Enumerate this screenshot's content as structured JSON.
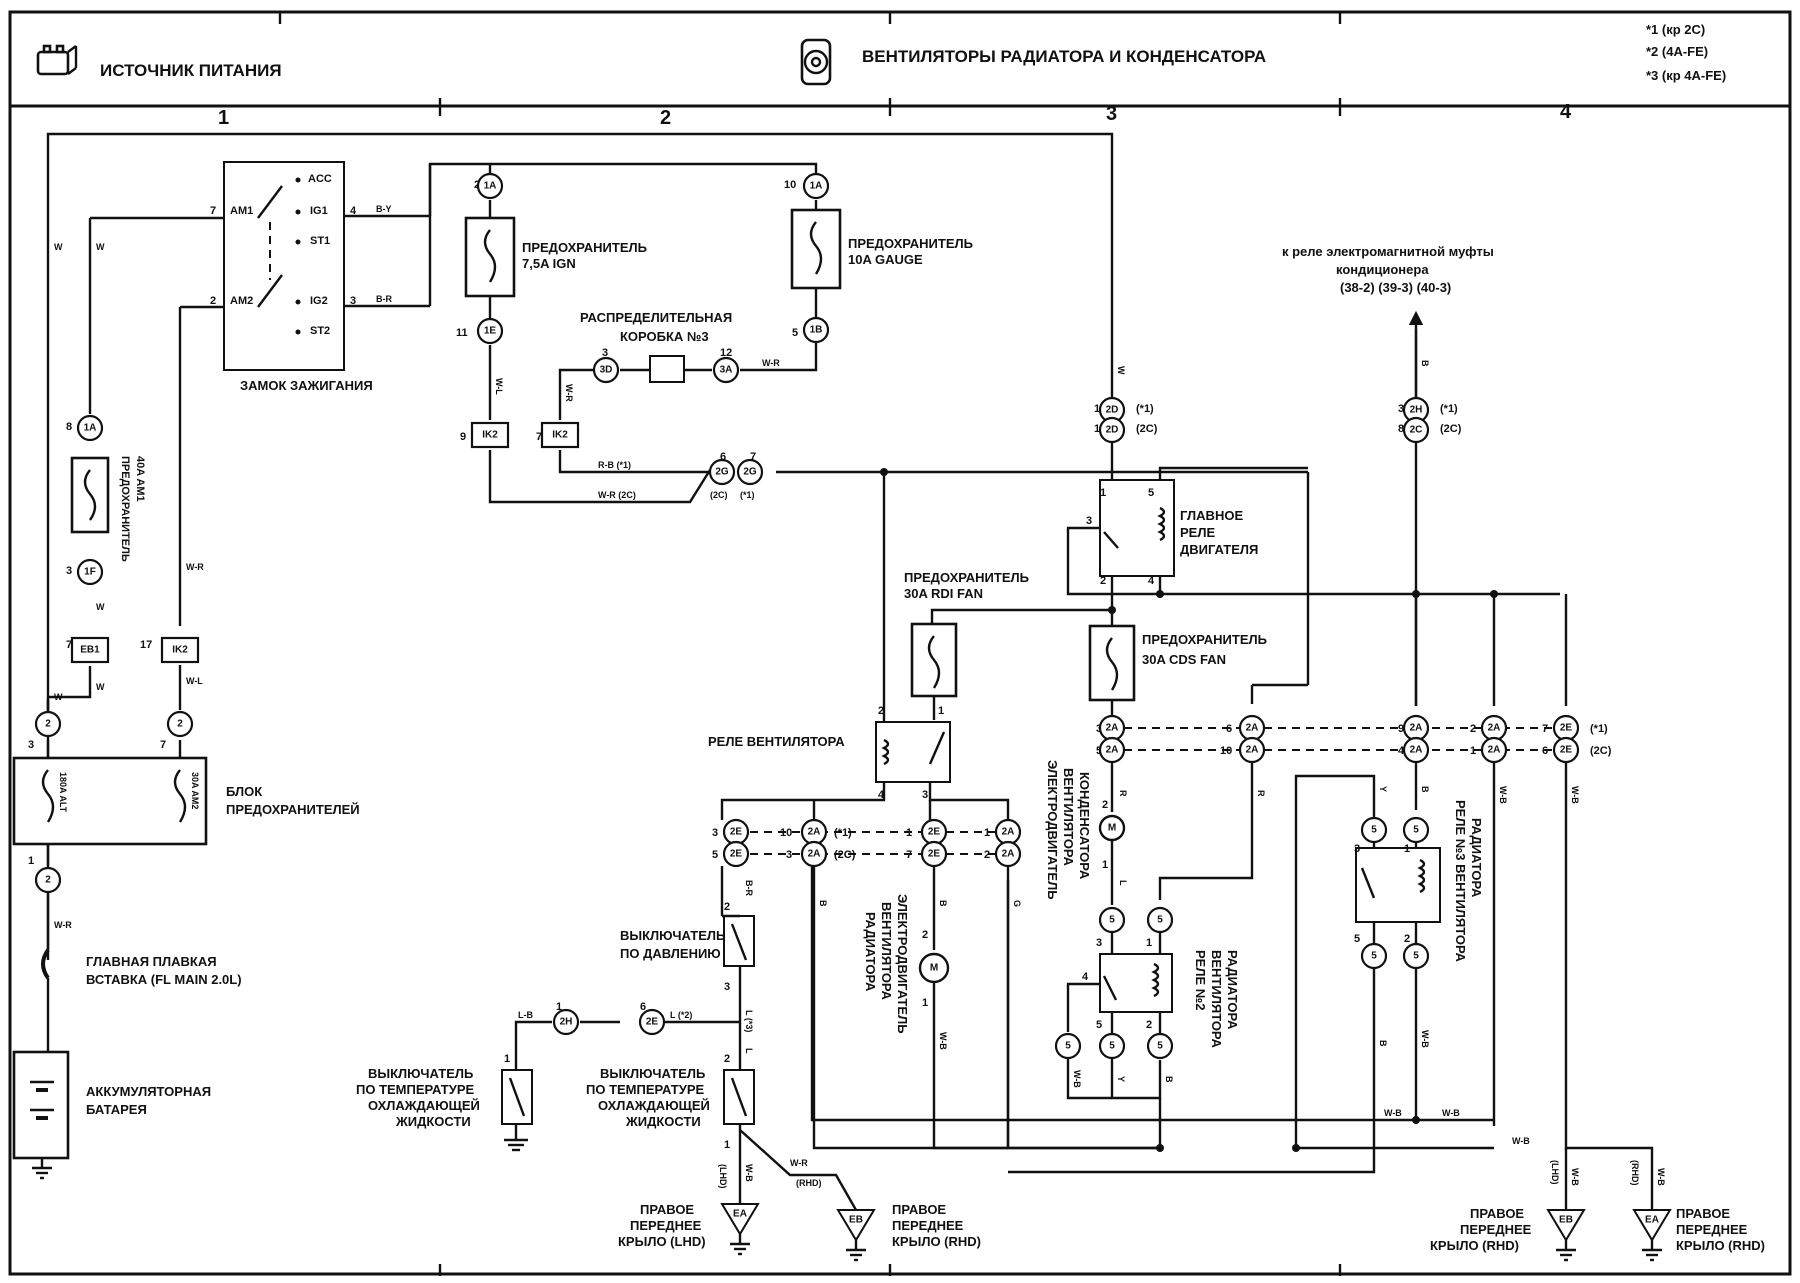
{
  "header": {
    "left_title": "ИСТОЧНИК ПИТАНИЯ",
    "main_title": "ВЕНТИЛЯТОРЫ РАДИАТОРА И КОНДЕНСАТОРА",
    "notes": [
      "*1 (кр  2С)",
      "*2 (4A-FE)",
      "*3 (кр  4A-FE)"
    ],
    "icons": [
      "battery-icon",
      "fan-icon"
    ]
  },
  "grid": [
    "1",
    "2",
    "3",
    "4"
  ],
  "labels": {
    "ign_switch": "ЗАМОК ЗАЖИГАНИЯ",
    "fuse_ign_1": "ПРЕДОХРАНИТЕЛЬ",
    "fuse_ign_2": "7,5A IGN",
    "fuse_gauge_1": "ПРЕДОХРАНИТЕЛЬ",
    "fuse_gauge_2": "10A GAUGE",
    "jb3_1": "РАСПРЕДЕЛИТЕЛЬНАЯ",
    "jb3_2": "КОРОБКА №3",
    "fuse_am1_1": "ПРЕДОХРАНИТЕЛЬ",
    "fuse_am1_2": "40A AM1",
    "ac_1": "к реле электромагнитной муфты",
    "ac_2": "кондиционера",
    "ac_3": "(38-2) (39-3) (40-3)",
    "main_relay_1": "ГЛАВНОЕ",
    "main_relay_2": "РЕЛЕ",
    "main_relay_3": "ДВИГАТЕЛЯ",
    "fuse_rdi_1": "ПРЕДОХРАНИТЕЛЬ",
    "fuse_rdi_2": "30A RDI FAN",
    "fuse_cds_1": "ПРЕДОХРАНИТЕЛЬ",
    "fuse_cds_2": "30A  CDS FAN",
    "fan_relay": "РЕЛЕ ВЕНТИЛЯТОРА",
    "fuse_block_1": "БЛОК",
    "fuse_block_2": "ПРЕДОХРАНИТЕЛЕЙ",
    "fl_main_1": "ГЛАВНАЯ ПЛАВКАЯ",
    "fl_main_2": "ВСТАВКА (FL MAIN 2.0L)",
    "battery_1": "АККУМУЛЯТОРНАЯ",
    "battery_2": "БАТАРЕЯ",
    "pressure_sw_1": "ВЫКЛЮЧАТЕЛЬ",
    "pressure_sw_2": "ПО ДАВЛЕНИЮ",
    "temp_sw_a_1": "ВЫКЛЮЧАТЕЛЬ",
    "temp_sw_a_2": "ПО ТЕМПЕРАТУРЕ",
    "temp_sw_a_3": "ОХЛАЖДАЮЩЕЙ",
    "temp_sw_a_4": "ЖИДКОСТИ",
    "temp_sw_b_1": "ВЫКЛЮЧАТЕЛЬ",
    "temp_sw_b_2": "ПО ТЕМПЕРАТУРЕ",
    "temp_sw_b_3": "ОХЛАЖДАЮЩЕЙ",
    "temp_sw_b_4": "ЖИДКОСТИ",
    "rad_motor_1": "ЭЛЕКТРОДВИГАТЕЛЬ",
    "rad_motor_2": "ВЕНТИЛЯТОРА",
    "rad_motor_3": "РАДИАТОРА",
    "cond_motor_1": "ЭЛЕКТРОДВИГАТЕЛЬ",
    "cond_motor_2": "ВЕНТИЛЯТОРА",
    "cond_motor_3": "КОНДЕНСАТОРА",
    "relay2_1": "РЕЛЕ №2",
    "relay2_2": "ВЕНТИЛЯТОРА",
    "relay2_3": "РАДИАТОРА",
    "relay3_1": "РЕЛЕ №3 ВЕНТИЛЯТОРА",
    "relay3_2": "РАДИАТОРА",
    "gnd_ea_lhd_1": "ПРАВОЕ",
    "gnd_ea_lhd_2": "ПЕРЕДНЕЕ",
    "gnd_ea_lhd_3": "КРЫЛО (LHD)",
    "gnd_eb_rhd_1": "ПРАВОЕ",
    "gnd_eb_rhd_2": "ПЕРЕДНЕЕ",
    "gnd_eb_rhd_3": "КРЫЛО (RHD)",
    "gnd_eb_r_1": "ПРАВОЕ",
    "gnd_eb_r_2": "ПЕРЕДНЕЕ",
    "gnd_eb_r_3": "КРЫЛО (RHD)",
    "gnd_ea_r_1": "ПРАВОЕ",
    "gnd_ea_r_2": "ПЕРЕДНЕЕ",
    "gnd_ea_r_3": "КРЫЛО (RHD)",
    "fuse_180a": "180A ALT",
    "fuse_30a_am2": "30A AM2",
    "ign_acc": "ACC",
    "ign_ig1": "IG1",
    "ign_st1": "ST1",
    "ign_am1": "AM1",
    "ign_am2": "AM2",
    "ign_ig2": "IG2",
    "ign_st2": "ST2"
  },
  "connectors": {
    "c1a_2": "1A",
    "c1e_11": "1E",
    "c1a_10": "1A",
    "c1b_5": "1B",
    "c3d_3": "3D",
    "c3a_12": "3A",
    "ik2_9": "IK2",
    "ik2_7": "IK2",
    "c2g_6": "2G",
    "c2g_7": "2G",
    "c1a_8": "1A",
    "c1f_3": "1F",
    "eb1_7": "EB1",
    "ik2_17": "IK2",
    "c2_3": "2",
    "c2_7": "2",
    "c2_1": "2",
    "c2d_a": "2D",
    "c2d_b": "2D",
    "c2h_3": "2H",
    "c2c_8": "2C",
    "c2h_1": "2H",
    "c2e_6": "2E",
    "c2a_3a": "2A",
    "c2a_5a": "2A",
    "c2a_6": "2A",
    "c2a_10": "2A",
    "c2a_9": "2A",
    "c2a_4": "2A",
    "c2a_2": "2A",
    "c2a_1": "2A",
    "c2e_7a": "2E",
    "c2e_6a": "2E",
    "c2e_3": "2E",
    "c2e_5": "2E",
    "c2a_10b": "2A",
    "c2a_3b": "2A",
    "c2e_1": "2E",
    "c2e_7": "2E",
    "c2a_1b": "2A",
    "c2a_2b": "2A",
    "c5_a": "5",
    "c5_b": "5",
    "c5_c": "5",
    "c5_d": "5",
    "c5_e": "5",
    "c5_f": "5",
    "c5_g": "5",
    "c5_h": "5",
    "c5_i": "5",
    "c5_j": "5",
    "c5_k": "5",
    "g_ea1": "EA",
    "g_eb1": "EB",
    "g_eb2": "EB",
    "g_ea2": "EA"
  },
  "pins": {
    "p_7": "7",
    "p_4": "4",
    "p_2": "2",
    "p_3": "3",
    "p_2a": "2",
    "p_11": "11",
    "p_10": "10",
    "p_5": "5",
    "p_3b": "3",
    "p_12": "12",
    "p_9": "9",
    "p_7b": "7",
    "p_6": "6",
    "p_7c": "7",
    "p_8": "8",
    "p_3c": "3",
    "p_7d": "7",
    "p_17": "17",
    "p_3d": "3",
    "p_7e": "7",
    "p_1": "1",
    "p_1a": "1",
    "p_1b": "1",
    "p_3e": "3",
    "p_8b": "8",
    "mr_1": "1",
    "mr_5": "5",
    "mr_3": "3",
    "mr_2": "2",
    "mr_4": "4",
    "fr_2": "2",
    "fr_1": "1",
    "fr_4": "4",
    "fr_3": "3",
    "r2_3": "3",
    "r2_1": "1",
    "r2_4": "4",
    "r2_5": "5",
    "r2_2": "2",
    "r3_3": "3",
    "r3_1": "1",
    "r3_5": "5",
    "r3_2": "2",
    "q_3": "3",
    "q_5": "5",
    "q_6": "6",
    "q_10": "10",
    "q_9": "9",
    "q_4": "4",
    "q_2": "2",
    "q_1": "1",
    "q_7": "7",
    "q_6b": "6",
    "s_3": "3",
    "s_5": "5",
    "s_10": "10",
    "s_3b": "3",
    "s_1": "1",
    "s_7": "7",
    "s_1b": "1",
    "s_2": "2",
    "ps_2": "2",
    "ps_3": "3",
    "ts_2": "2",
    "ts_1": "1",
    "ts_1b": "1",
    "h_1": "1",
    "h_6": "6",
    "m_2": "2",
    "m_1": "1",
    "m2_2": "2",
    "m2_1": "1"
  },
  "wires": {
    "w_by": "B-Y",
    "w_br": "B-R",
    "w_w1": "W",
    "w_w2": "W",
    "w_wl": "W-L",
    "w_wr": "W-R",
    "w_rb": "R-B (*1)",
    "w_wr2c": "W-R (2C)",
    "w_w3": "W",
    "w_wr2": "W-R",
    "w_w4": "W",
    "w_w5": "W",
    "w_wl2": "W-L",
    "w_wr3": "W-R",
    "w_w6": "W",
    "w_b1": "B",
    "w_r": "R",
    "w_l": "L",
    "w_r2": "R",
    "w_y": "Y",
    "w_b2": "B",
    "w_wb1": "W-B",
    "w_wb2": "W-B",
    "w_br2": "B-R",
    "w_b3": "B",
    "w_b4": "B",
    "w_g": "G",
    "w_lb": "L-B",
    "w_l2": "L (*2)",
    "w_l3": "L (*3)",
    "w_l4": "L",
    "w_wr_rhd": "W-R",
    "w_rhd": "(RHD)",
    "w_lhd": "(LHD)",
    "w_wb3": "W-B",
    "w_wb4": "W-B",
    "w_y2": "Y",
    "w_b5": "B",
    "w_wb5": "W-B",
    "w_b6": "B",
    "w_wb6": "W-B",
    "w_wb7": "W-B",
    "w_wb8": "W-B",
    "w_wb9": "W-B",
    "w_wb10": "W-B",
    "w_wb11": "W-B",
    "w_lhd2": "(LHD)",
    "w_rhd2": "(RHD)"
  },
  "notes_inline": {
    "n1": "(*1)",
    "n2": "(2C)",
    "n3": "(*1)",
    "n4": "(2C)",
    "n5": "(*1)",
    "n6": "(2C)",
    "n7": "(*1)",
    "n8": "(2C)",
    "n9": "(2C)",
    "n10": "(*1)"
  }
}
